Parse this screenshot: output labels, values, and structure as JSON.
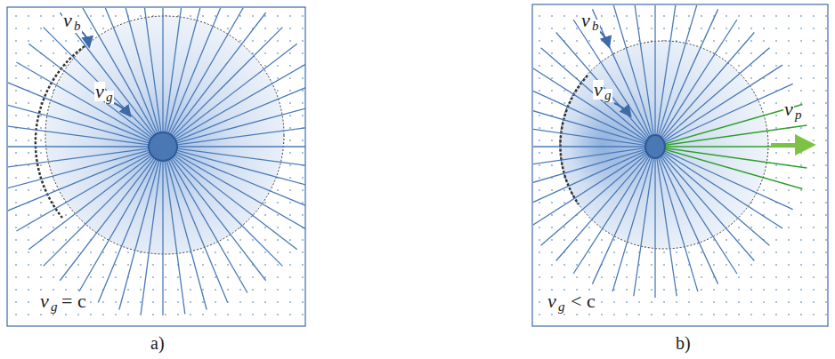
{
  "diagram": {
    "labels": [
      "v",
      "b",
      "v",
      "g",
      "v",
      "g",
      "= c",
      "v",
      "b",
      "v",
      "g",
      "v",
      "p",
      "v",
      "g",
      "< c",
      "a)",
      "b)"
    ]
  }
}
